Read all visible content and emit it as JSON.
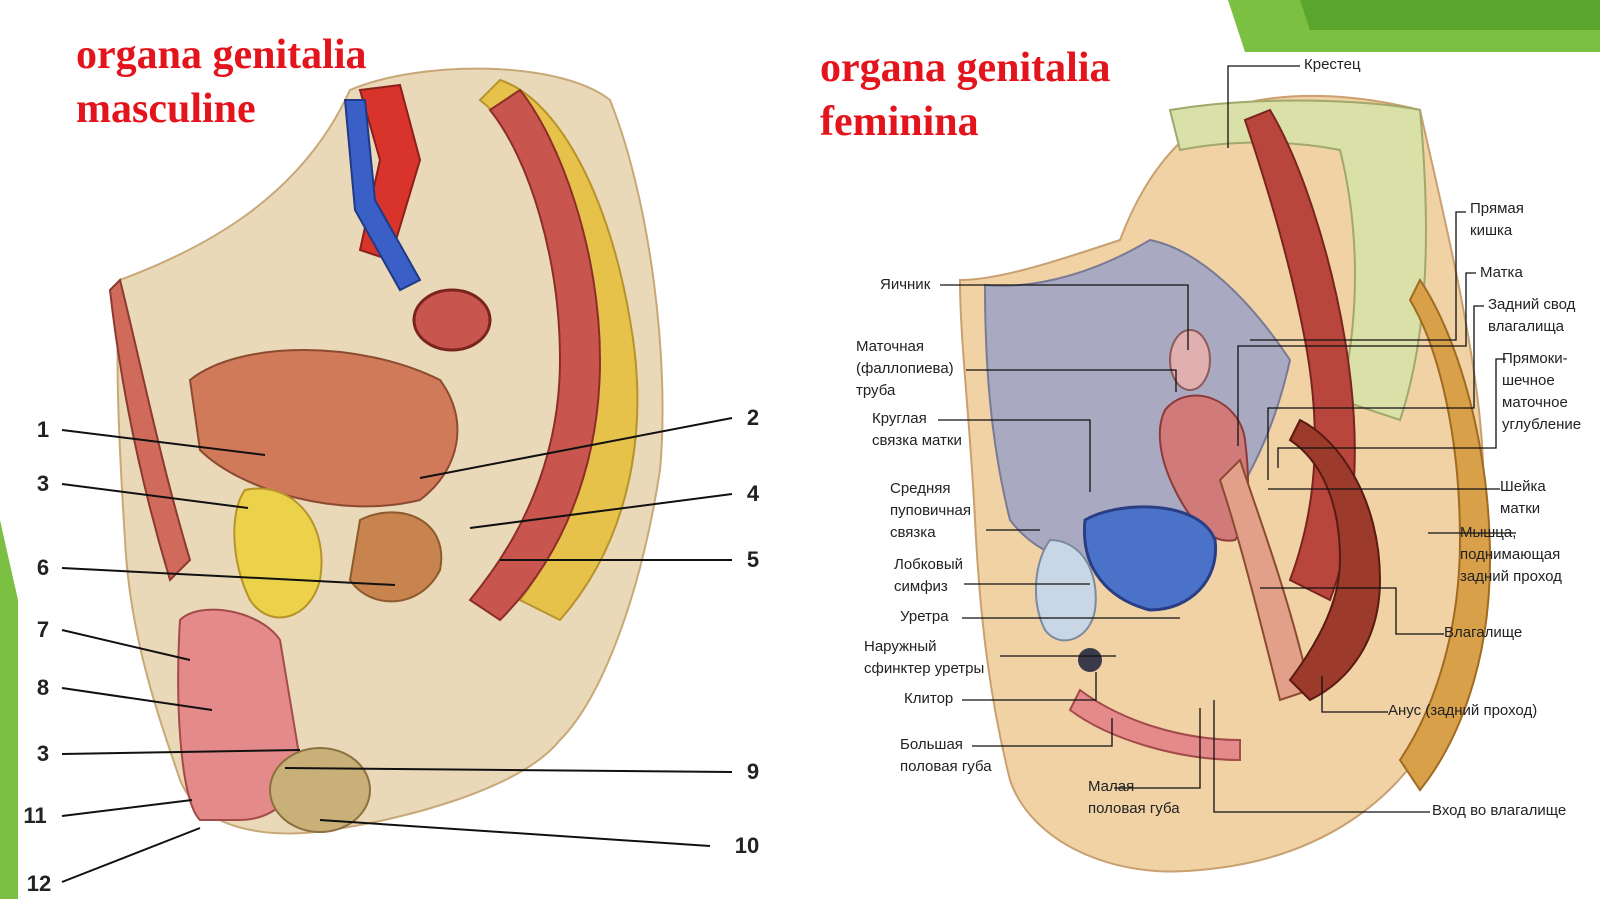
{
  "slide": {
    "accent_green": "#7cc043",
    "title_color": "#e3141b"
  },
  "male": {
    "title": "organa genitalia\nmasculine",
    "numbers": [
      "1",
      "2",
      "3",
      "4",
      "5",
      "6",
      "7",
      "8",
      "3",
      "9",
      "11",
      "10",
      "12"
    ]
  },
  "female": {
    "title": "organa genitalia\nfeminina",
    "labels": {
      "sacrum": "Крестец",
      "rectum": "Прямая\nкишка",
      "uterus": "Матка",
      "posterior_fornix": "Задний свод\nвлагалища",
      "rectouterine_pouch": "Прямоки-\nшечное\nматочное\nуглубление",
      "cervix": "Шейка\nматки",
      "levator_ani": "Мышца,\nподнимающая\nзадний проход",
      "vagina": "Влагалище",
      "anus": "Анус (задний проход)",
      "vaginal_opening": "Вход во влагалище",
      "ovary": "Яичник",
      "fallopian_tube": "Маточная\n(фаллопиева)\nтруба",
      "round_ligament": "Круглая\nсвязка матки",
      "median_umbilical": "Средняя\nпуповичная\nсвязка",
      "pubic_symphysis": "Лобковый\nсимфиз",
      "urethra": "Уретра",
      "external_sphincter": "Наружный\nсфинктер уретры",
      "clitoris": "Клитор",
      "labia_majora": "Большая\nполовая губа",
      "labia_minora": "Малая\nполовая губа"
    }
  }
}
